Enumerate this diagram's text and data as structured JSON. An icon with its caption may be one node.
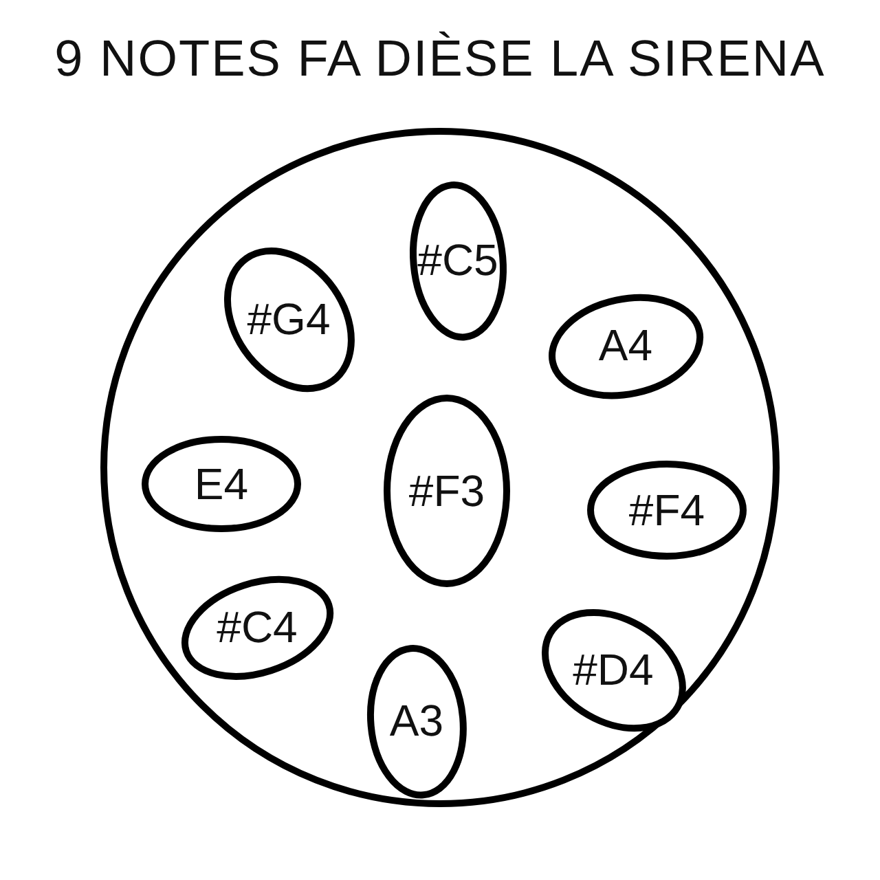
{
  "diagram": {
    "title": "9 NOTES FA DIÈSE LA SIRENA",
    "nodes": [
      {
        "text": [],
        "shape": "circle"
      },
      {
        "text": [
          "#C5"
        ],
        "in": 0
      },
      {
        "text": [
          "#G4"
        ],
        "in": 0
      },
      {
        "text": [
          "A4"
        ],
        "in": 0
      },
      {
        "text": [
          "E4"
        ],
        "in": 0
      },
      {
        "text": [
          "#F3"
        ],
        "in": 0
      },
      {
        "text": [
          "#F4"
        ],
        "in": 0
      },
      {
        "text": [
          "#C4"
        ],
        "in": 0
      },
      {
        "text": [
          "#D4"
        ],
        "in": 0
      },
      {
        "text": [
          "A3"
        ],
        "in": 0
      }
    ],
    "edges": []
  }
}
